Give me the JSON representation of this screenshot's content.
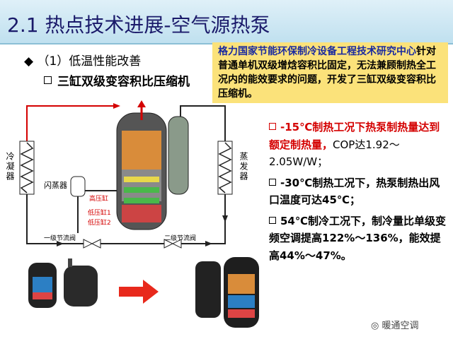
{
  "title": "2.1 热点技术进展-空气源热泵",
  "bullet1": "◆ （1）低温性能改善",
  "bullet2": "三缸双级变容积比压缩机",
  "note": {
    "highlight": "格力国家节能环保制冷设备工程技术研究中心",
    "rest": "针对普通单机双级增焓容积比固定，无法兼顾制热全工况内的能效要求的问题，开发了三缸双级变容积比压缩机。"
  },
  "results": [
    {
      "text_red": "-15℃制热工况下热泵制热量达到额定制热量，",
      "text": "COP达1.92～2.05W/W；"
    },
    {
      "text": "-30℃制热工况下，热泵制热出风口温度可达45℃；"
    },
    {
      "text": "54℃制冷工况下，制冷量比单级变频空调提高122%～136%，能效提高44%～47%。"
    }
  ],
  "diagram": {
    "condenser": "冷凝器",
    "evaporator": "蒸发器",
    "flash_tank": "闪蒸器",
    "valve1": "一级节流阀",
    "valve2": "二级节流阀",
    "cyl_high": "高压缸",
    "cyl_low1": "低压缸1",
    "cyl_low2": "低压缸2"
  },
  "watermark": "暖通空调",
  "colors": {
    "accent": "#d40000",
    "note_bg": "#fbe27a",
    "header": "#bfe0ef"
  }
}
